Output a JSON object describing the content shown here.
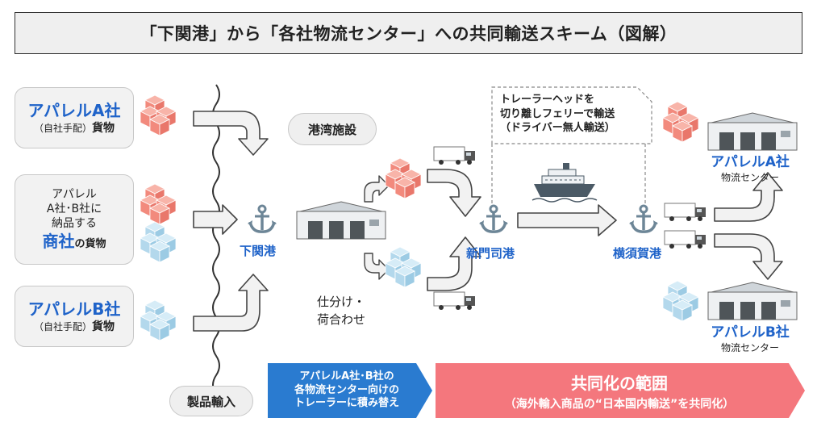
{
  "title": "「下関港」から「各社物流センター」への共同輸送スキーム（図解）",
  "sources": {
    "a": {
      "name": "アパレルA社",
      "sub_paren": "（自社手配）",
      "sub_tail": "貨物"
    },
    "trader": {
      "line1": "アパレル",
      "line2": "A社･B社に",
      "line3": "納品する",
      "highlight": "商社",
      "tail": "の貨物"
    },
    "b": {
      "name": "アパレルB社",
      "sub_paren": "（自社手配）",
      "sub_tail": "貨物"
    }
  },
  "import_label": "製品輸入",
  "port_facility_label": "港湾施設",
  "sorting_label": {
    "line1": "仕分け・",
    "line2": "荷合わせ"
  },
  "ports": {
    "shimonoseki": "下関港",
    "shinmoji": "新門司港",
    "yokosuka": "横須賀港"
  },
  "ferry_note": {
    "line1": "トレーラーヘッドを",
    "line2": "切り離しフェリーで輸送",
    "line3": "（ドライバー無人輸送）"
  },
  "destinations": {
    "a": {
      "name": "アパレルA社",
      "sub": "物流センター"
    },
    "b": {
      "name": "アパレルB社",
      "sub": "物流センター"
    }
  },
  "banner_blue": {
    "line1": "アパレルA社･B社の",
    "line2": "各物流センター向けの",
    "line3": "トレーラーに積み替え"
  },
  "banner_red": {
    "line1": "共同化の範囲",
    "line2": "（海外輸入商品の“日本国内輸送”を共同化）"
  },
  "colors": {
    "blue": "#1f63c9",
    "banner_blue": "#2a7bd0",
    "banner_red": "#f4777d",
    "cargo_pink": "#f4958a",
    "cargo_blue": "#b8dcee"
  }
}
